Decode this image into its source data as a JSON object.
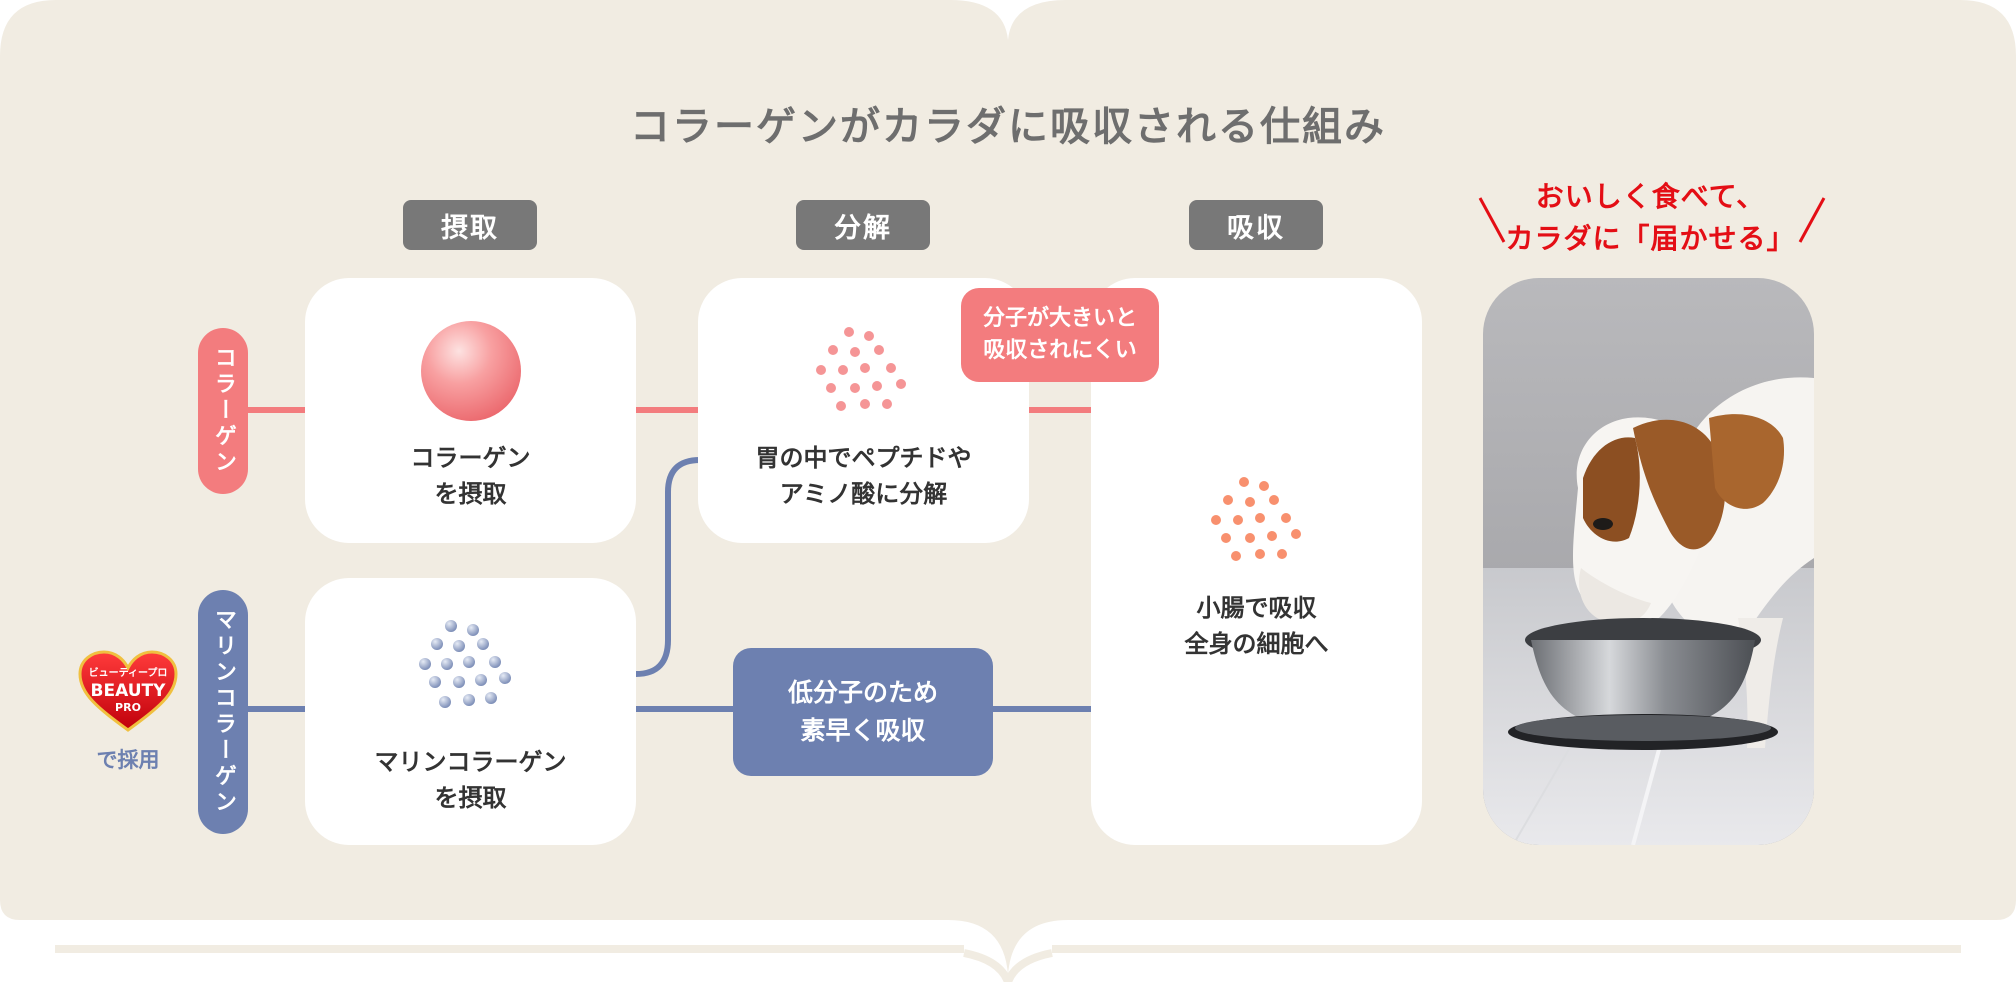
{
  "title": "コラーゲンがカラダに吸収される仕組み",
  "stages": {
    "intake": "摂取",
    "decompose": "分解",
    "absorb": "吸収"
  },
  "lanes": {
    "collagen": "コラーゲン",
    "marine": "マリンコラーゲン"
  },
  "cards": {
    "collagen_intake": "コラーゲン\nを摂取",
    "marine_intake": "マリンコラーゲン\nを摂取",
    "decompose": "胃の中でペプチドや\nアミノ酸に分解",
    "absorb": "小腸で吸収\n全身の細胞へ"
  },
  "notes": {
    "large_molecule": "分子が大きいと\n吸収されにくい",
    "low_molecule": "低分子のため\n素早く吸収"
  },
  "slogan": "おいしく食べて、\nカラダに「届かせる」",
  "brand": {
    "logo_line1": "ビューティープロ",
    "logo_line2": "BEAUTY",
    "logo_line3": "PRO",
    "adopted": "で採用"
  },
  "colors": {
    "background": "#f1ece2",
    "collagen": "#f37c7e",
    "marine": "#6d80b0",
    "stage_pill": "#787878",
    "slogan": "#e40e15",
    "title": "#6e6e6e"
  }
}
